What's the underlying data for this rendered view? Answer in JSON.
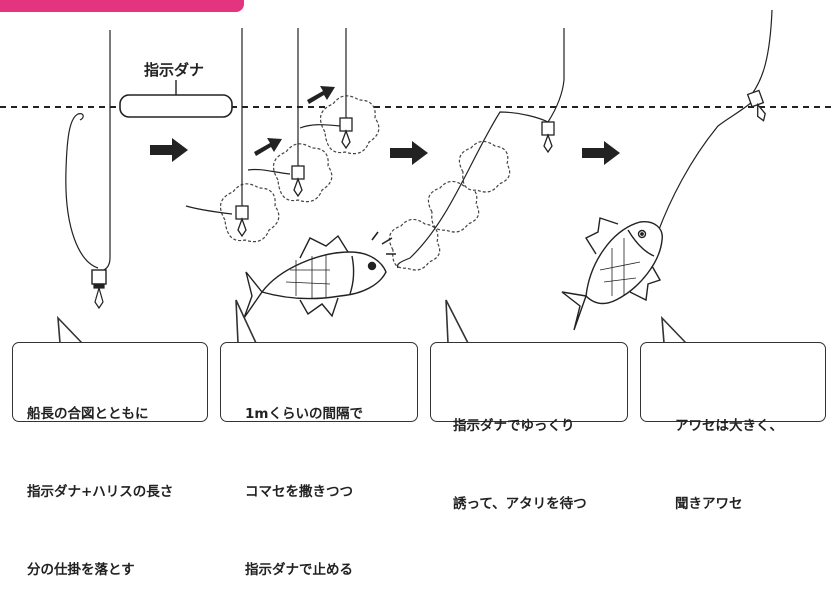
{
  "header": {
    "title": ""
  },
  "depth_label": "指示ダナ",
  "captions": [
    {
      "lines": [
        "船長の合図とともに",
        "指示ダナ+ハリスの長さ",
        "分の仕掛を落とす"
      ]
    },
    {
      "lines": [
        "1mくらいの間隔で",
        "コマセを撒きつつ",
        "指示ダナで止める"
      ]
    },
    {
      "lines": [
        "指示ダナでゆっくり",
        "誘って、アタリを待つ"
      ]
    },
    {
      "lines": [
        "アワセは大きく、",
        "聞きアワセ"
      ]
    }
  ],
  "colors": {
    "accent": "#e5347f",
    "ink": "#222222"
  }
}
